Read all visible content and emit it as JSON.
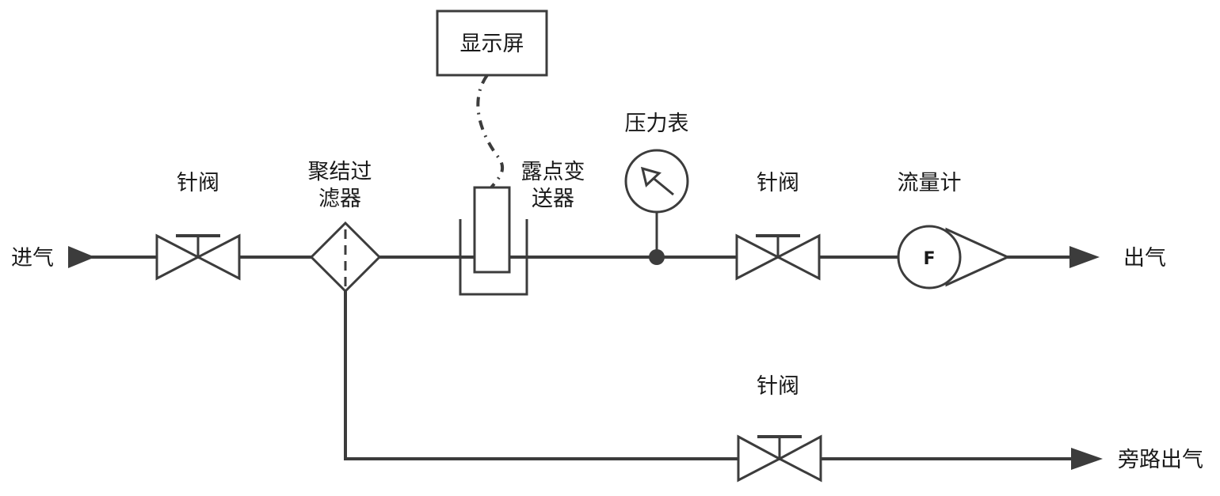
{
  "labels": {
    "inlet": "进气",
    "needle_valve_1": "针阀",
    "filter_line1": "聚结过",
    "filter_line2": "滤器",
    "display": "显示屏",
    "transmitter_line1": "露点变",
    "transmitter_line2": "送器",
    "pressure_gauge": "压力表",
    "needle_valve_2": "针阀",
    "flowmeter": "流量计",
    "flowmeter_symbol": "F",
    "outlet": "出气",
    "needle_valve_3": "针阀",
    "bypass_outlet": "旁路出气"
  },
  "colors": {
    "line": "#3c3c3c",
    "text": "#1a1a1a",
    "background": "#ffffff"
  }
}
